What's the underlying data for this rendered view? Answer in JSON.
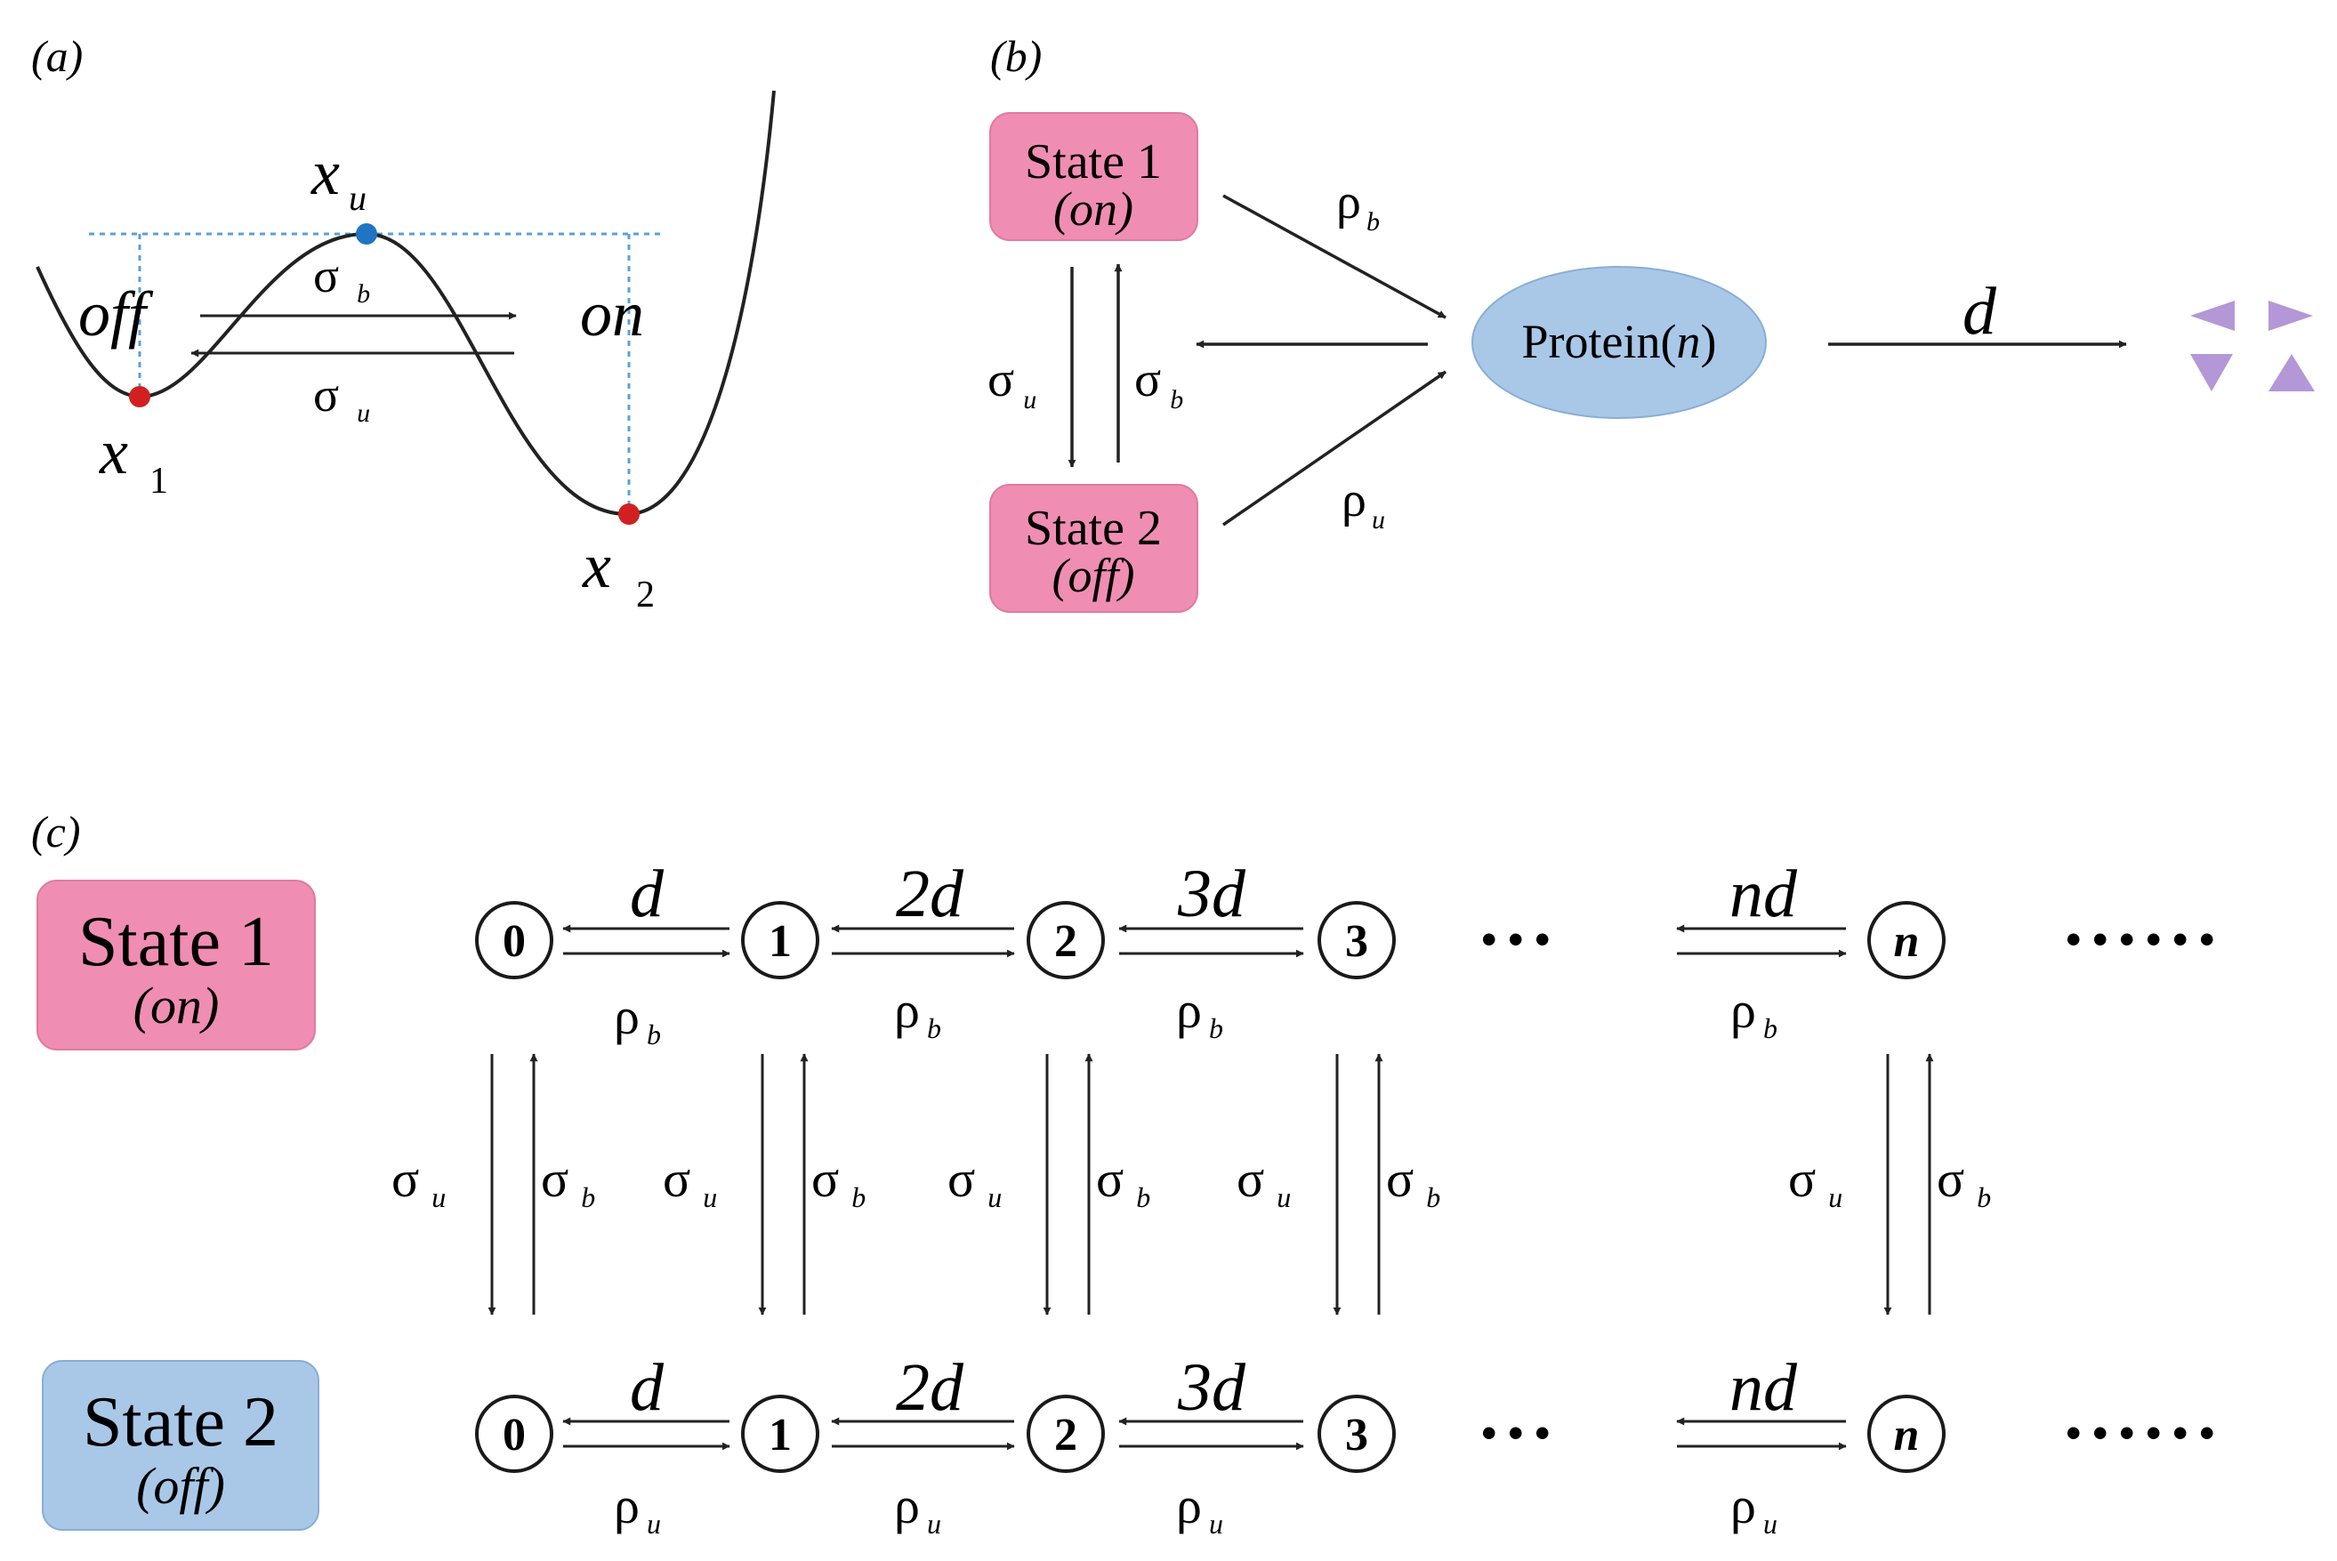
{
  "panel_labels": {
    "a": "(a)",
    "b": "(b)",
    "c": "(c)"
  },
  "symbols": {
    "sigma": "σ",
    "rho": "ρ",
    "u": "u",
    "b": "b",
    "d": "d"
  },
  "panel_a": {
    "off_label": "off",
    "on_label": "on",
    "x_main": "x",
    "x_u_sub": "u",
    "x1_sub": "1",
    "x2_sub": "2"
  },
  "panel_b": {
    "state1_line1": "State 1",
    "state1_line2": "(on)",
    "state2_line1": "State 2",
    "state2_line2": "(off)",
    "protein_main": "Protein(",
    "protein_var": "n",
    "protein_close": ")"
  },
  "panel_c": {
    "state1_line1": "State 1",
    "state1_line2": "(on)",
    "state2_line1": "State 2",
    "state2_line2": "(off)",
    "nodes": [
      "0",
      "1",
      "2",
      "3",
      "n"
    ],
    "degradation_labels": [
      "d",
      "2d",
      "3d",
      "nd"
    ],
    "ellipsis_short": "• • •",
    "ellipsis_long": "• • • • • •"
  },
  "colors": {
    "state_on": "#f08db2",
    "state_off": "#a9c8e8",
    "protein": "#a9c8e8",
    "dot_red": "#d22020",
    "dot_blue": "#1f74c4",
    "dashed": "#5aa0d8",
    "triangle": "#b497d6"
  }
}
